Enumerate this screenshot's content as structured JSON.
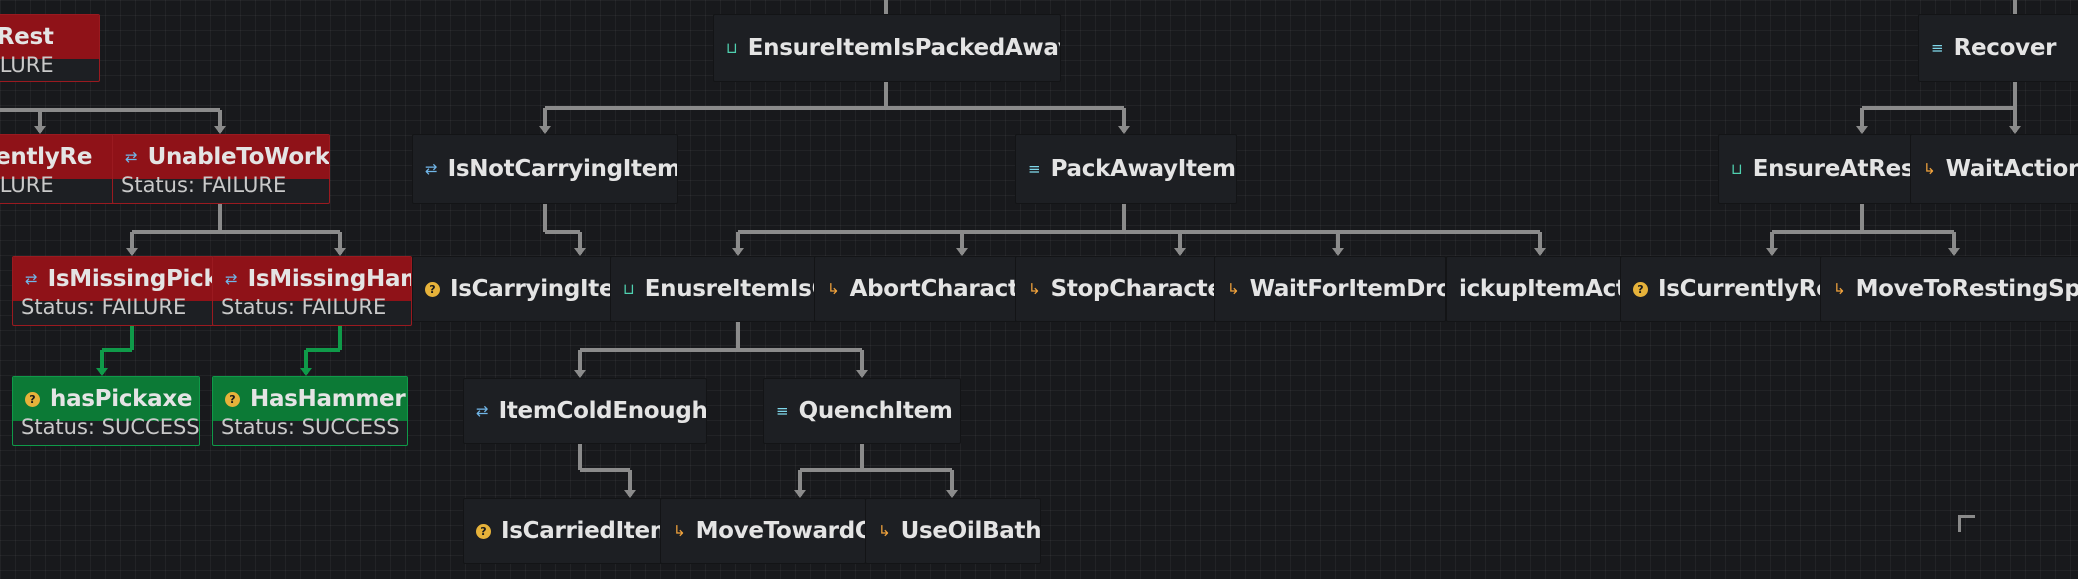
{
  "tree_view": {
    "nodes": [
      {
        "id": "n1",
        "title": "ldRest",
        "status": "FAILURE",
        "state": "fail",
        "icon": "none"
      },
      {
        "id": "n2",
        "title": "EnsureItemIsPackedAway",
        "status": "",
        "state": "none",
        "icon": "selector-icon"
      },
      {
        "id": "n3",
        "title": "Recover",
        "status": "",
        "state": "none",
        "icon": "sequence-icon"
      },
      {
        "id": "n4",
        "title": "rrentlyRe",
        "status": "FAILURE",
        "state": "fail",
        "icon": "none"
      },
      {
        "id": "n5",
        "title": "UnableToWork",
        "status": "Status: FAILURE",
        "state": "fail",
        "icon": "inverter-icon"
      },
      {
        "id": "n6",
        "title": "IsNotCarryingItem",
        "status": "",
        "state": "none",
        "icon": "inverter-icon"
      },
      {
        "id": "n7",
        "title": "PackAwayItem",
        "status": "",
        "state": "none",
        "icon": "sequence-icon"
      },
      {
        "id": "n8",
        "title": "EnsureAtRestir",
        "status": "",
        "state": "none",
        "icon": "selector-icon"
      },
      {
        "id": "n9",
        "title": "WaitAction",
        "status": "",
        "state": "none",
        "icon": "action-icon"
      },
      {
        "id": "n10",
        "title": "IsMissingPicka",
        "status": "Status: FAILURE",
        "state": "fail",
        "icon": "inverter-icon"
      },
      {
        "id": "n11",
        "title": "IsMissingHam",
        "status": "Status: FAILURE",
        "state": "fail",
        "icon": "inverter-icon"
      },
      {
        "id": "n12",
        "title": "IsCarryingItem",
        "status": "",
        "state": "none",
        "icon": "condition-icon"
      },
      {
        "id": "n13",
        "title": "EnusreItemIsC",
        "status": "",
        "state": "none",
        "icon": "selector-icon"
      },
      {
        "id": "n14",
        "title": "AbortCharacter",
        "status": "",
        "state": "none",
        "icon": "action-icon"
      },
      {
        "id": "n15",
        "title": "StopCharacterI",
        "status": "",
        "state": "none",
        "icon": "action-icon"
      },
      {
        "id": "n16",
        "title": "WaitForItemDrop",
        "status": "",
        "state": "none",
        "icon": "action-icon"
      },
      {
        "id": "n17",
        "title": "ickupItemAct",
        "status": "",
        "state": "none",
        "icon": "none"
      },
      {
        "id": "n18",
        "title": "IsCurrentlyRe",
        "status": "",
        "state": "none",
        "icon": "condition-icon"
      },
      {
        "id": "n19",
        "title": "MoveToRestingSpot",
        "status": "",
        "state": "none",
        "icon": "action-icon"
      },
      {
        "id": "n20",
        "title": "hasPickaxe",
        "status": "Status: SUCCESS",
        "state": "ok",
        "icon": "condition-icon"
      },
      {
        "id": "n21",
        "title": "HasHammer",
        "status": "Status: SUCCESS",
        "state": "ok",
        "icon": "condition-icon"
      },
      {
        "id": "n22",
        "title": "ItemColdEnough",
        "status": "",
        "state": "none",
        "icon": "inverter-icon"
      },
      {
        "id": "n23",
        "title": "QuenchItem",
        "status": "",
        "state": "none",
        "icon": "sequence-icon"
      },
      {
        "id": "n24",
        "title": "IsCarriedItemI",
        "status": "",
        "state": "none",
        "icon": "condition-icon"
      },
      {
        "id": "n25",
        "title": "MoveTowardOi",
        "status": "",
        "state": "none",
        "icon": "action-icon"
      },
      {
        "id": "n26",
        "title": "UseOilBath",
        "status": "",
        "state": "none",
        "icon": "action-icon"
      }
    ],
    "colors": {
      "failure": "#8f1218",
      "success": "#0c7a36",
      "node_bg": "#1d1f23",
      "wire": "#8b8b8b",
      "wire_success": "#0f9a49"
    }
  }
}
